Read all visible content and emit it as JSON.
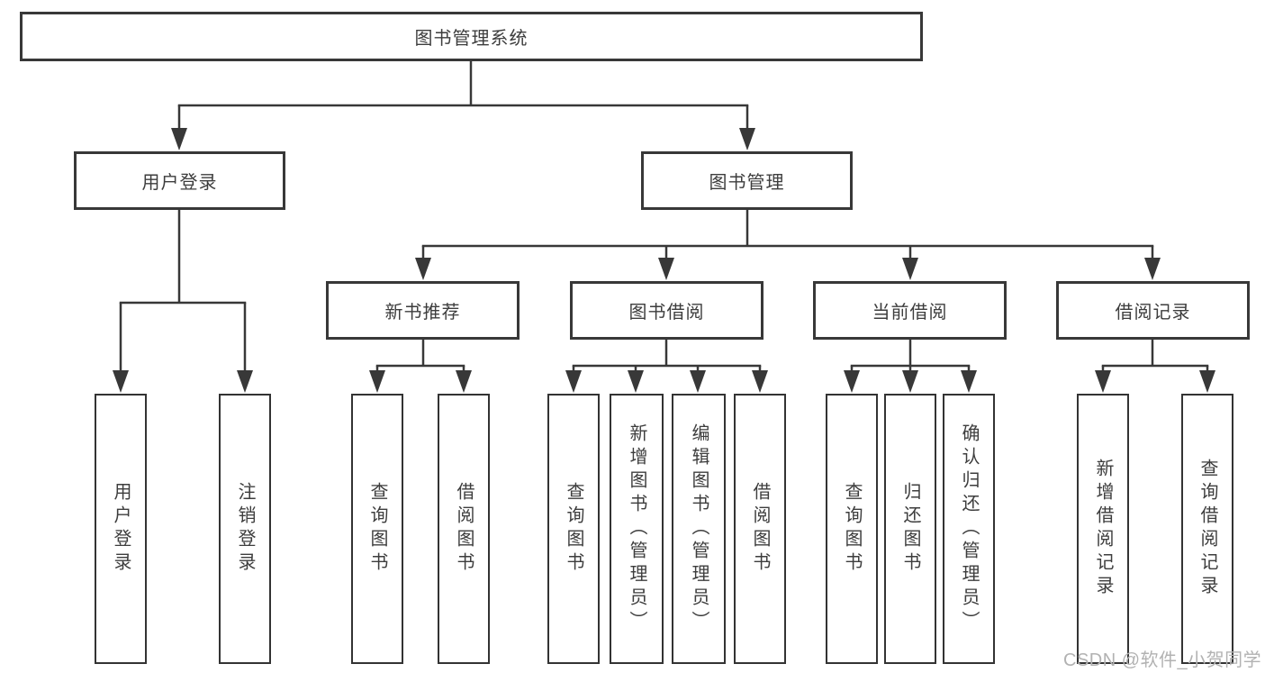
{
  "tree": {
    "root": "图书管理系统",
    "branches": [
      {
        "label": "用户登录",
        "leaves": [
          "用户登录",
          "注销登录"
        ]
      },
      {
        "label": "图书管理",
        "groups": [
          {
            "label": "新书推荐",
            "leaves": [
              "查询图书",
              "借阅图书"
            ]
          },
          {
            "label": "图书借阅",
            "leaves": [
              "查询图书",
              "新增图书（管理员）",
              "编辑图书（管理员）",
              "借阅图书"
            ]
          },
          {
            "label": "当前借阅",
            "leaves": [
              "查询图书",
              "归还图书",
              "确认归还（管理员）"
            ]
          },
          {
            "label": "借阅记录",
            "leaves": [
              "新增借阅记录",
              "查询借阅记录"
            ]
          }
        ]
      }
    ]
  },
  "colors": {
    "line": "#383838",
    "text": "#3d3d3d",
    "watermark": "#b2b2b2"
  },
  "watermark": "CSDN @软件_小贺同学"
}
